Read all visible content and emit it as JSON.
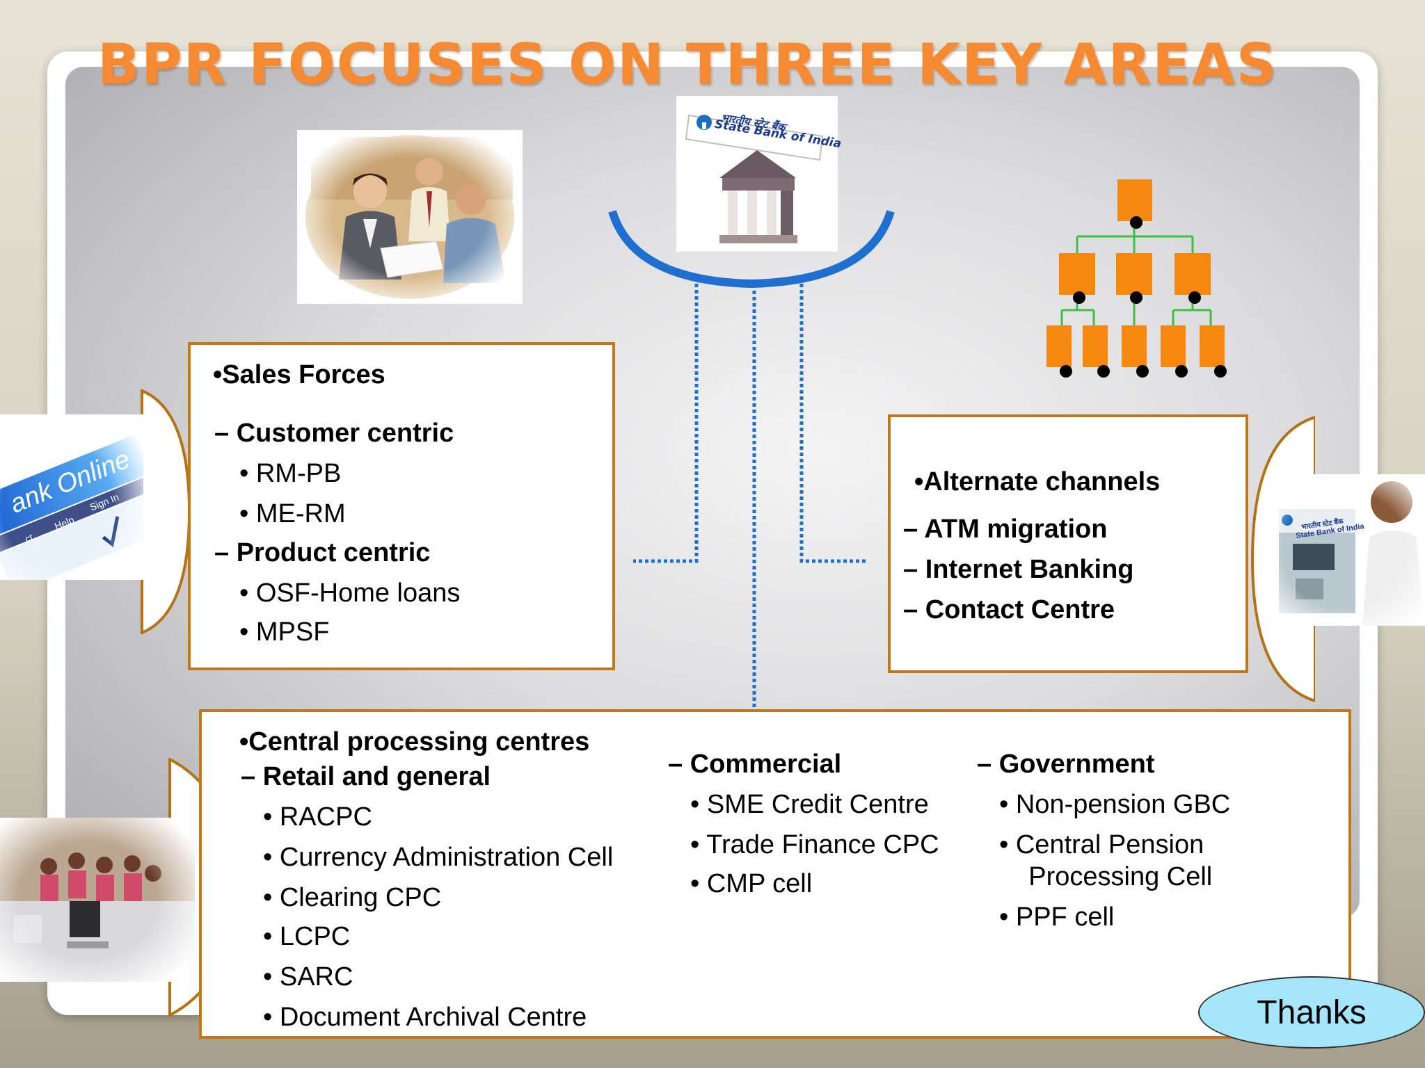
{
  "slide": {
    "title": "BPR FOCUSES ON THREE KEY AREAS"
  },
  "sales_box": {
    "heading": "•Sales Forces",
    "items": [
      {
        "text": "– Customer centric",
        "level": 1
      },
      {
        "text": "•  RM-PB",
        "level": 2
      },
      {
        "text": "•  ME-RM",
        "level": 2
      },
      {
        "text": "– Product centric",
        "level": 1
      },
      {
        "text": "•  OSF-Home loans",
        "level": 2
      },
      {
        "text": "•  MPSF",
        "level": 2
      }
    ]
  },
  "channels_box": {
    "heading": "•Alternate channels",
    "items": [
      {
        "text": "– ATM migration"
      },
      {
        "text": "– Internet Banking"
      },
      {
        "text": "– Contact Centre"
      }
    ]
  },
  "cpc_box": {
    "heading": "•Central processing centres",
    "retail": {
      "label": "– Retail and general",
      "items": [
        "•  RACPC",
        "•  Currency Administration Cell",
        "•  Clearing CPC",
        "•  LCPC",
        "•  SARC",
        "•  Document Archival Centre"
      ]
    },
    "commercial": {
      "label": "– Commercial",
      "items": [
        "•  SME Credit Centre",
        "•  Trade Finance CPC",
        "•  CMP cell"
      ]
    },
    "government": {
      "label": "– Government",
      "items": [
        "•  Non-pension GBC",
        "•  Central Pension",
        "    Processing Cell",
        "•  PPF cell"
      ]
    }
  },
  "bank_logo": {
    "line1": "भारतीय स्टेट बैंक",
    "line2": "State Bank of India"
  },
  "online_photo": {
    "banner": "ank Online",
    "links": [
      "ct",
      "Help",
      "Sign In"
    ]
  },
  "atm_photo": {
    "sign1": "भारतीय स्टेट बैंक",
    "sign2": "State Bank of India"
  },
  "thanks_button": {
    "label": "Thanks"
  },
  "colors": {
    "accent_orange": "#f58a33",
    "box_border": "#c2781a",
    "connector_blue": "#1f6fd1",
    "org_orange": "#f7880f",
    "org_line": "#3fbf3f",
    "thanks_fill": "#a6e6fb"
  }
}
